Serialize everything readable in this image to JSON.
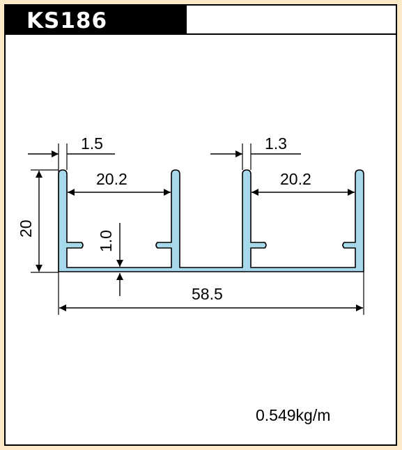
{
  "header": {
    "model_code": "KS186"
  },
  "dimensions": {
    "wall_left": "1.5",
    "wall_right": "1.3",
    "inner_left": "20.2",
    "inner_right": "20.2",
    "height": "20",
    "base": "1.0",
    "width": "58.5"
  },
  "weight": "0.549kg/m",
  "colors": {
    "profile_fill": "#a7d8ec",
    "background": "#fce9c8"
  }
}
